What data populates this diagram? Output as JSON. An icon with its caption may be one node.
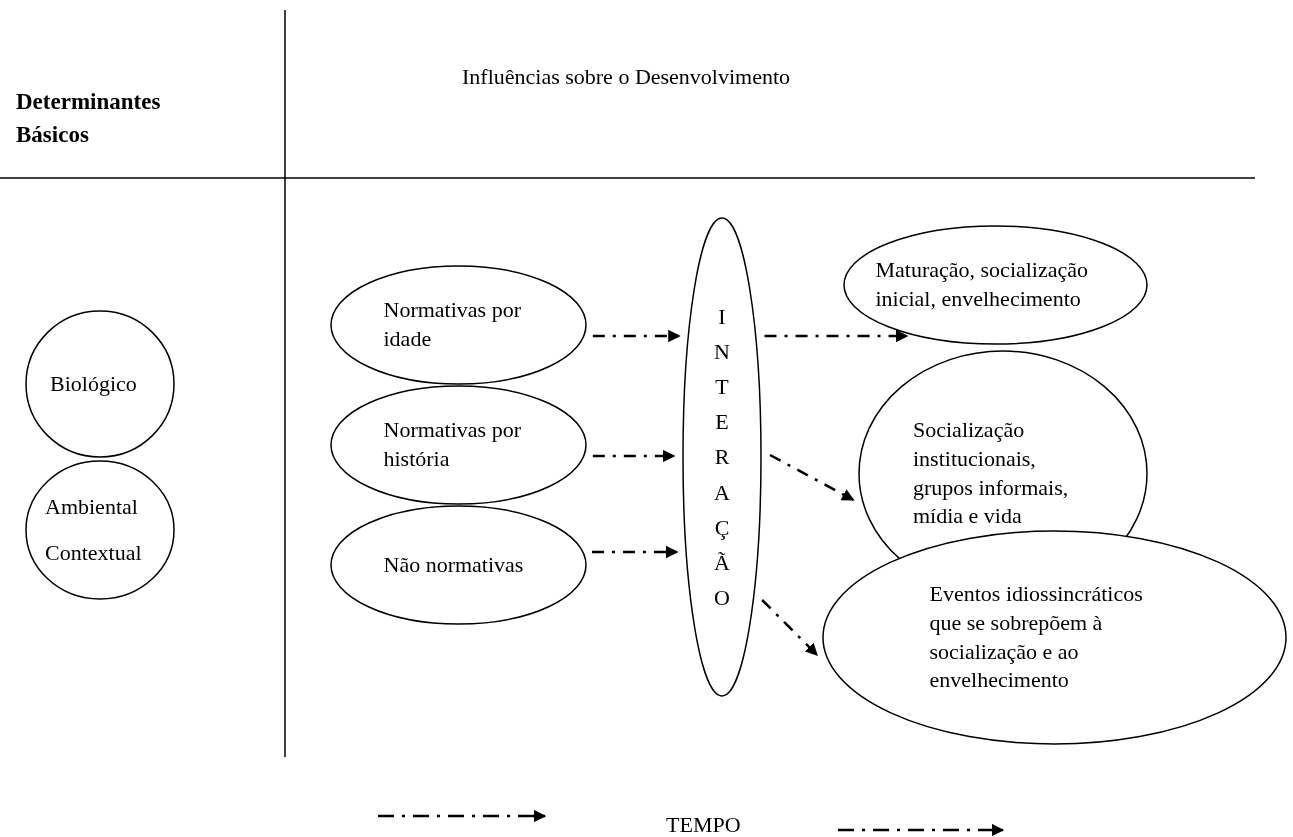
{
  "diagram": {
    "nodes": [
      {
        "text": [
          "Biológico"
        ]
      },
      {
        "text": [
          "Ambiental Contextual"
        ]
      },
      {
        "text": [
          "Normativas por idade"
        ]
      },
      {
        "text": [
          "Normativas por história"
        ]
      },
      {
        "text": [
          "Não normativas"
        ]
      },
      {
        "text": [
          "INTERAÇÃO"
        ]
      },
      {
        "text": [
          "Maturação, socialização inicial, envelhecimento"
        ]
      },
      {
        "text": [
          "Socialização institucionais, grupos informais, mídia e vida"
        ]
      },
      {
        "text": [
          "Eventos idiossincráticos que se sobrepõem à socialização e ao envelhecimento"
        ]
      }
    ],
    "edges": [
      {
        "from": 2,
        "to": 5,
        "arrow": "to",
        "style": "dashed"
      },
      {
        "from": 3,
        "to": 5,
        "arrow": "to",
        "style": "dashed"
      },
      {
        "from": 4,
        "to": 5,
        "arrow": "to",
        "style": "dashed"
      },
      {
        "from": 5,
        "to": 6,
        "arrow": "to",
        "style": "dashed"
      },
      {
        "from": 5,
        "to": 7,
        "arrow": "to",
        "style": "dashed"
      },
      {
        "from": 5,
        "to": 8,
        "arrow": "to",
        "style": "dashed"
      }
    ],
    "labels": [
      "Determinantes Básicos",
      "Influências sobre o Desenvolvimento",
      "TEMPO"
    ]
  }
}
